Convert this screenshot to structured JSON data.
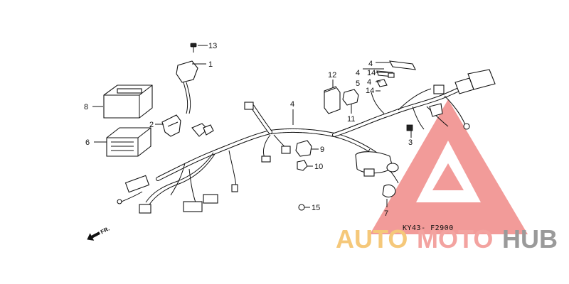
{
  "diagram": {
    "callouts": [
      {
        "id": "13",
        "label": "13"
      },
      {
        "id": "1",
        "label": "1"
      },
      {
        "id": "8",
        "label": "8"
      },
      {
        "id": "2",
        "label": "2"
      },
      {
        "id": "6",
        "label": "6"
      },
      {
        "id": "4a",
        "label": "4"
      },
      {
        "id": "4b",
        "label": "4"
      },
      {
        "id": "14a",
        "label": "14"
      },
      {
        "id": "4c",
        "label": "4"
      },
      {
        "id": "14b",
        "label": "14"
      },
      {
        "id": "4d",
        "label": "4"
      },
      {
        "id": "14c",
        "label": "14"
      },
      {
        "id": "12",
        "label": "12"
      },
      {
        "id": "5",
        "label": "5"
      },
      {
        "id": "11",
        "label": "11"
      },
      {
        "id": "3",
        "label": "3"
      },
      {
        "id": "9",
        "label": "9"
      },
      {
        "id": "10",
        "label": "10"
      },
      {
        "id": "15",
        "label": "15"
      },
      {
        "id": "7",
        "label": "7"
      }
    ],
    "diagram_code": "KY43- F2900",
    "direction_label": "FR."
  },
  "watermark": {
    "text_auto": "AUTO",
    "text_moto": "MOTO",
    "text_hub": "HUB",
    "color_auto": "#f5c87a",
    "color_moto": "#f3a3a0",
    "color_hub": "#9a9a9a",
    "logo_color": "#f08a88"
  }
}
